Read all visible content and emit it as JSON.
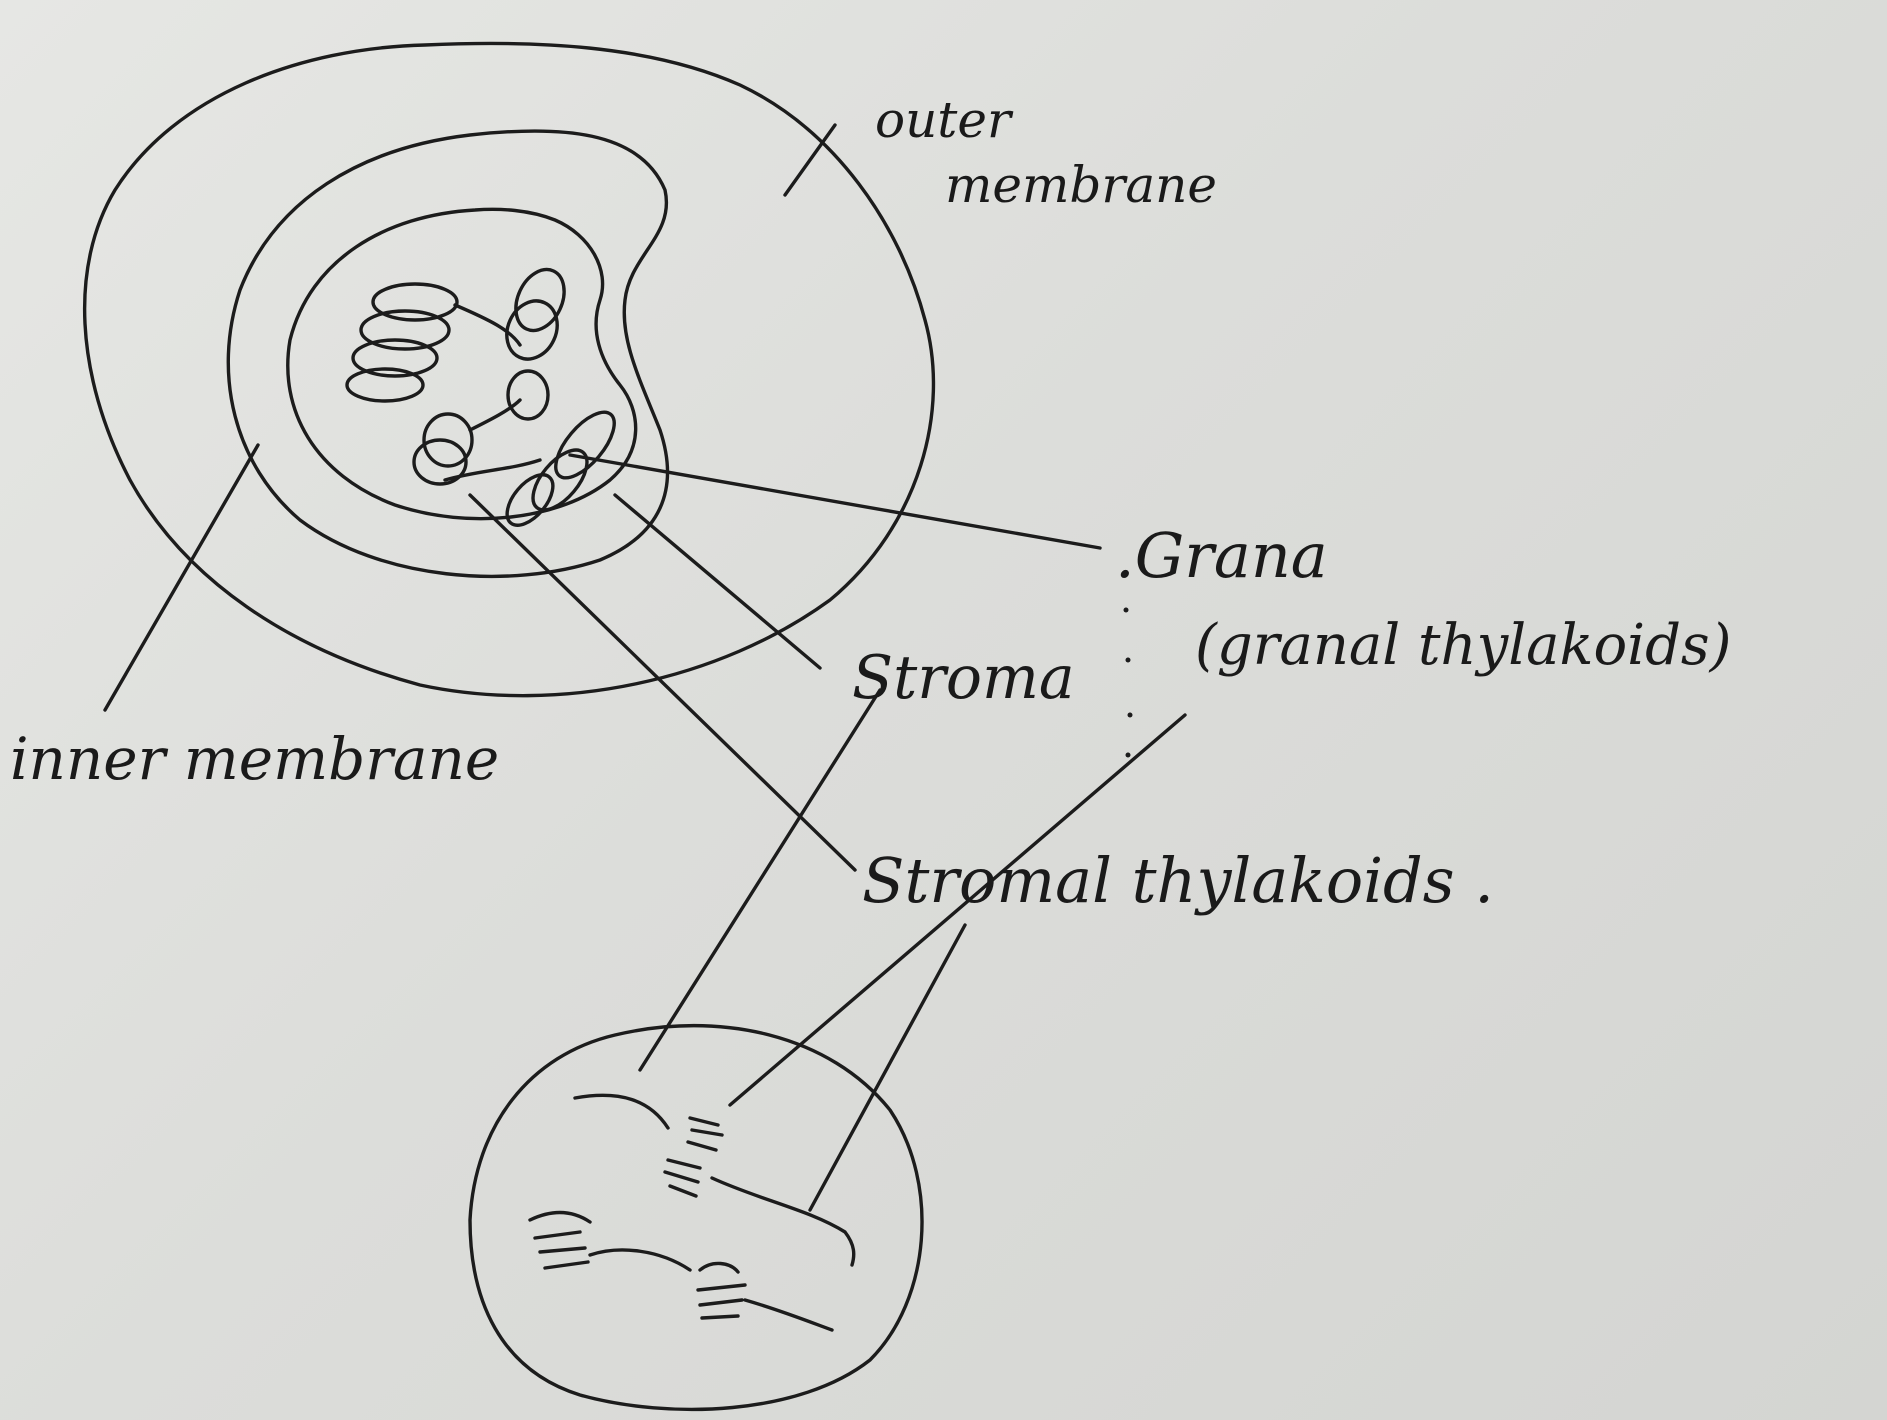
{
  "labels": {
    "outer_membrane_line1": "outer",
    "outer_membrane_line2": "membrane",
    "inner_membrane": "inner membrane",
    "grana": ".Grana",
    "granal_thylakoids": "(granal thylakoids)",
    "stroma": "Stroma",
    "stromal_thylakoids": "Stromal thylakoids ."
  },
  "colors": {
    "paper": "#dcddda",
    "ink": "#1c1c1c"
  }
}
